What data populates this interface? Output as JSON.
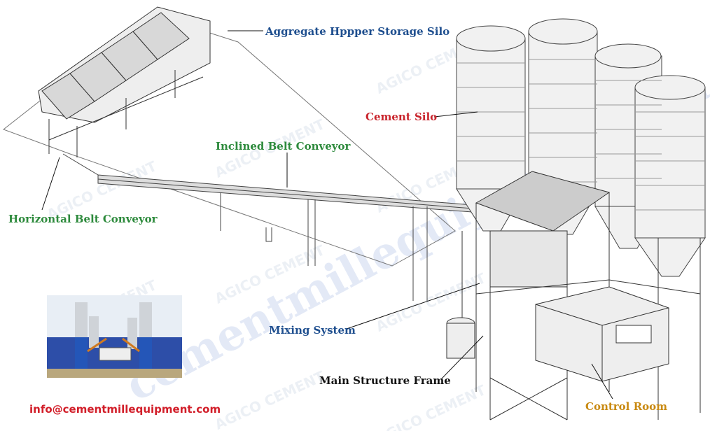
{
  "labels": {
    "aggregate_hopper": "Aggregate Hppper Storage Silo",
    "cement_silo": "Cement Silo",
    "inclined_conveyor": "Inclined Belt Conveyor",
    "horizontal_conveyor": "Horizontal Belt Conveyor",
    "mixing_system": "Mixing System",
    "main_frame": "Main Structure Frame",
    "control_room": "Control Room"
  },
  "email": "info@cementmillequipment.com",
  "watermark": {
    "brand": "AGICO CEMENT",
    "site": "cementmillequipment.com"
  },
  "colors": {
    "blue_label": "#1f4f8f",
    "red_label": "#c9242c",
    "green_label": "#2d8a3c",
    "black_label": "#111111",
    "gold_label": "#c98a12",
    "email": "#d21f2a"
  }
}
